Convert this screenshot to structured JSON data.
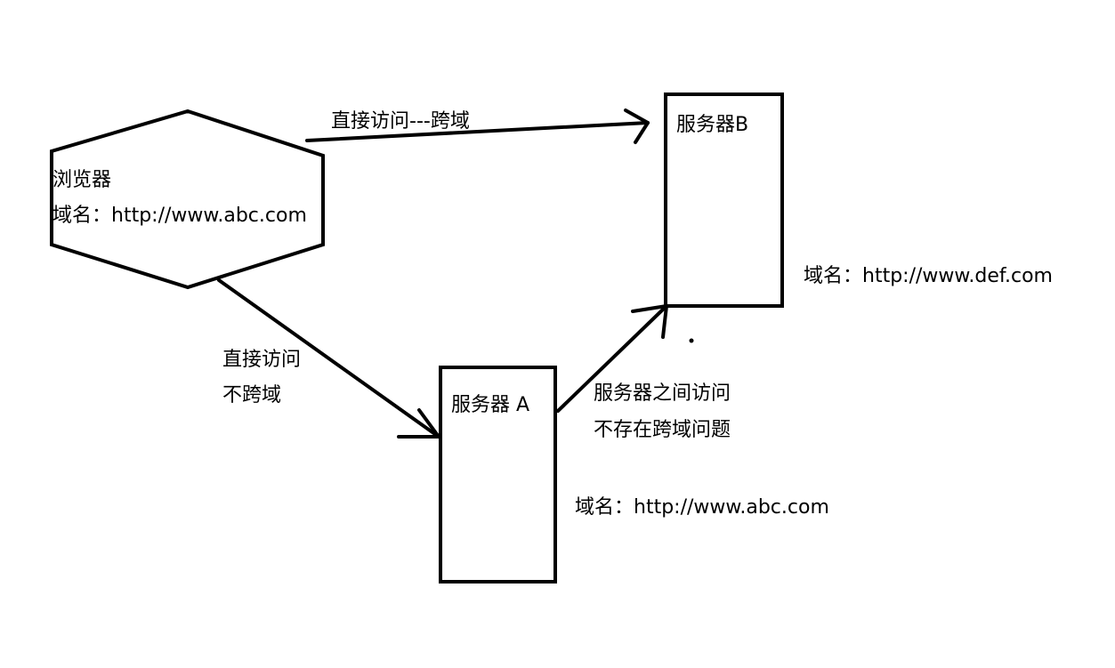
{
  "browser": {
    "title": "浏览器",
    "domain": "域名：http://www.abc.com"
  },
  "server_b": {
    "title": "服务器B",
    "domain": "域名：http://www.def.com"
  },
  "server_a": {
    "title": "服务器 A",
    "domain": "域名：http://www.abc.com"
  },
  "edges": {
    "browser_to_b": {
      "label": "直接访问---跨域"
    },
    "browser_to_a": {
      "line1": "直接访问",
      "line2": "不跨域"
    },
    "a_to_b": {
      "line1": "服务器之间访问",
      "line2": "不存在跨域问题"
    }
  },
  "colors": {
    "stroke": "#000000",
    "background": "#ffffff"
  }
}
